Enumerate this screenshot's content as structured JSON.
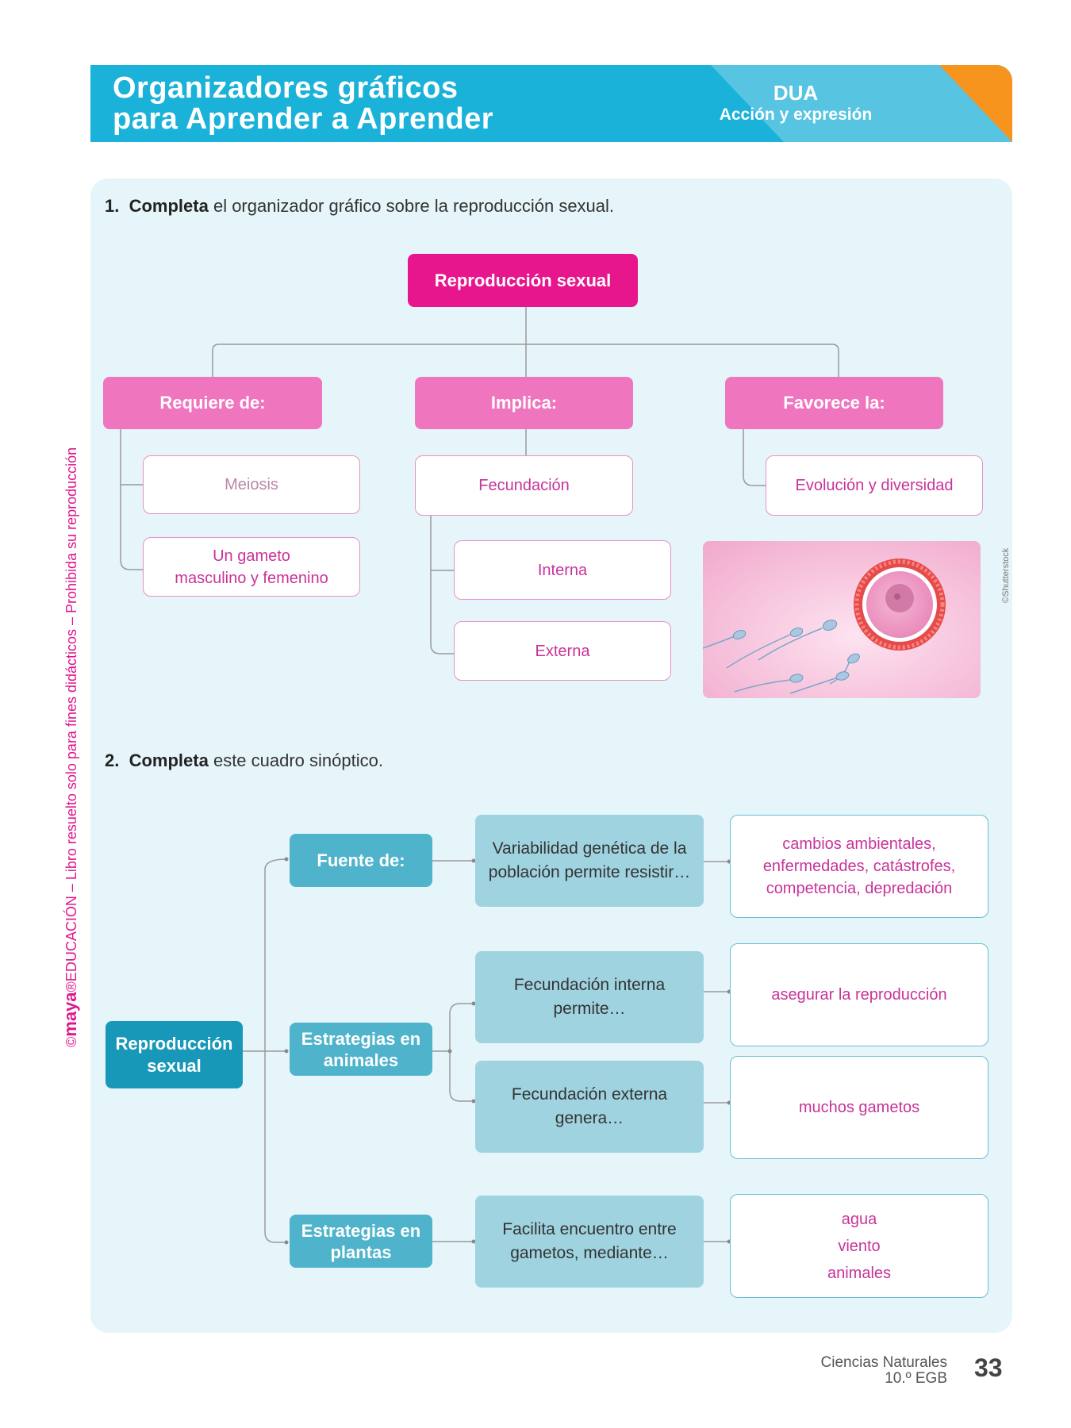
{
  "header": {
    "title_line1": "Organizadores gráficos",
    "title_line2": "para Aprender a Aprender",
    "badge_title": "DUA",
    "badge_subtitle": "Acción y expresión",
    "colors": {
      "blue": "#1bb2d9",
      "light_blue": "#57c4e2",
      "orange": "#f7941d"
    }
  },
  "side_text": {
    "copyright": "©",
    "brand": "maya",
    "registered": "®",
    "rest": "EDUCACIÓN – Libro resuelto solo para fines didácticos – Prohibida su reproducción"
  },
  "q1": {
    "number": "1.",
    "bold": "Completa",
    "text": " el organizador gráfico sobre la reproducción sexual.",
    "root": "Reproducción sexual",
    "col1": {
      "title": "Requiere de:",
      "items": [
        "Meiosis",
        "Un gameto",
        "masculino y femenino"
      ]
    },
    "col2": {
      "title": "Implica:",
      "items": [
        "Fecundación",
        "Interna",
        "Externa"
      ]
    },
    "col3": {
      "title": "Favorece la:",
      "items": [
        "Evolución y diversidad"
      ]
    },
    "image_credit": "©Shutterstock"
  },
  "q2": {
    "number": "2.",
    "bold": "Completa",
    "text": " este cuadro sinóptico.",
    "root_line1": "Reproducción",
    "root_line2": "sexual",
    "b1": {
      "title": "Fuente de:",
      "mid_line1": "Variabilidad genética de la",
      "mid_line2": "población permite resistir…",
      "ans_line1": "cambios ambientales,",
      "ans_line2": "enfermedades, catástrofes,",
      "ans_line3": "competencia, depredación"
    },
    "b2": {
      "title_line1": "Estrategias en",
      "title_line2": "animales",
      "mid1_line1": "Fecundación interna",
      "mid1_line2": "permite…",
      "ans1": "asegurar la reproducción",
      "mid2_line1": "Fecundación externa",
      "mid2_line2": "genera…",
      "ans2": "muchos gametos"
    },
    "b3": {
      "title_line1": "Estrategias en",
      "title_line2": "plantas",
      "mid_line1": "Facilita encuentro entre",
      "mid_line2": "gametos, mediante…",
      "ans_line1": "agua",
      "ans_line2": "viento",
      "ans_line3": "animales"
    }
  },
  "footer": {
    "subject": "Ciencias Naturales",
    "grade": "10.º EGB",
    "page": "33"
  }
}
